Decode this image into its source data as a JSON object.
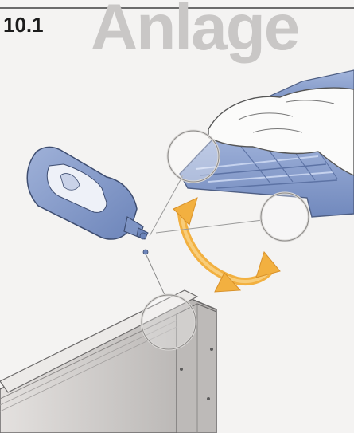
{
  "header": {
    "step_number": "10.1",
    "section_title": "Anlage"
  },
  "illustration": {
    "parts": [
      "hand",
      "glue-bottle",
      "glue-drops",
      "edge-profile",
      "wall-panel",
      "rotation-arrow",
      "detail-circle-top",
      "detail-circle-right",
      "detail-circle-bottom"
    ],
    "colors": {
      "profile": "#8fa4cf",
      "profile_dark": "#6f86b8",
      "arrow": "#f5b54a",
      "panel_light": "#d9d6d4",
      "panel_dark": "#a9a6a4",
      "outline": "#5a5a5a",
      "circle": "#e9e7e5",
      "background": "#f4f3f2"
    }
  }
}
